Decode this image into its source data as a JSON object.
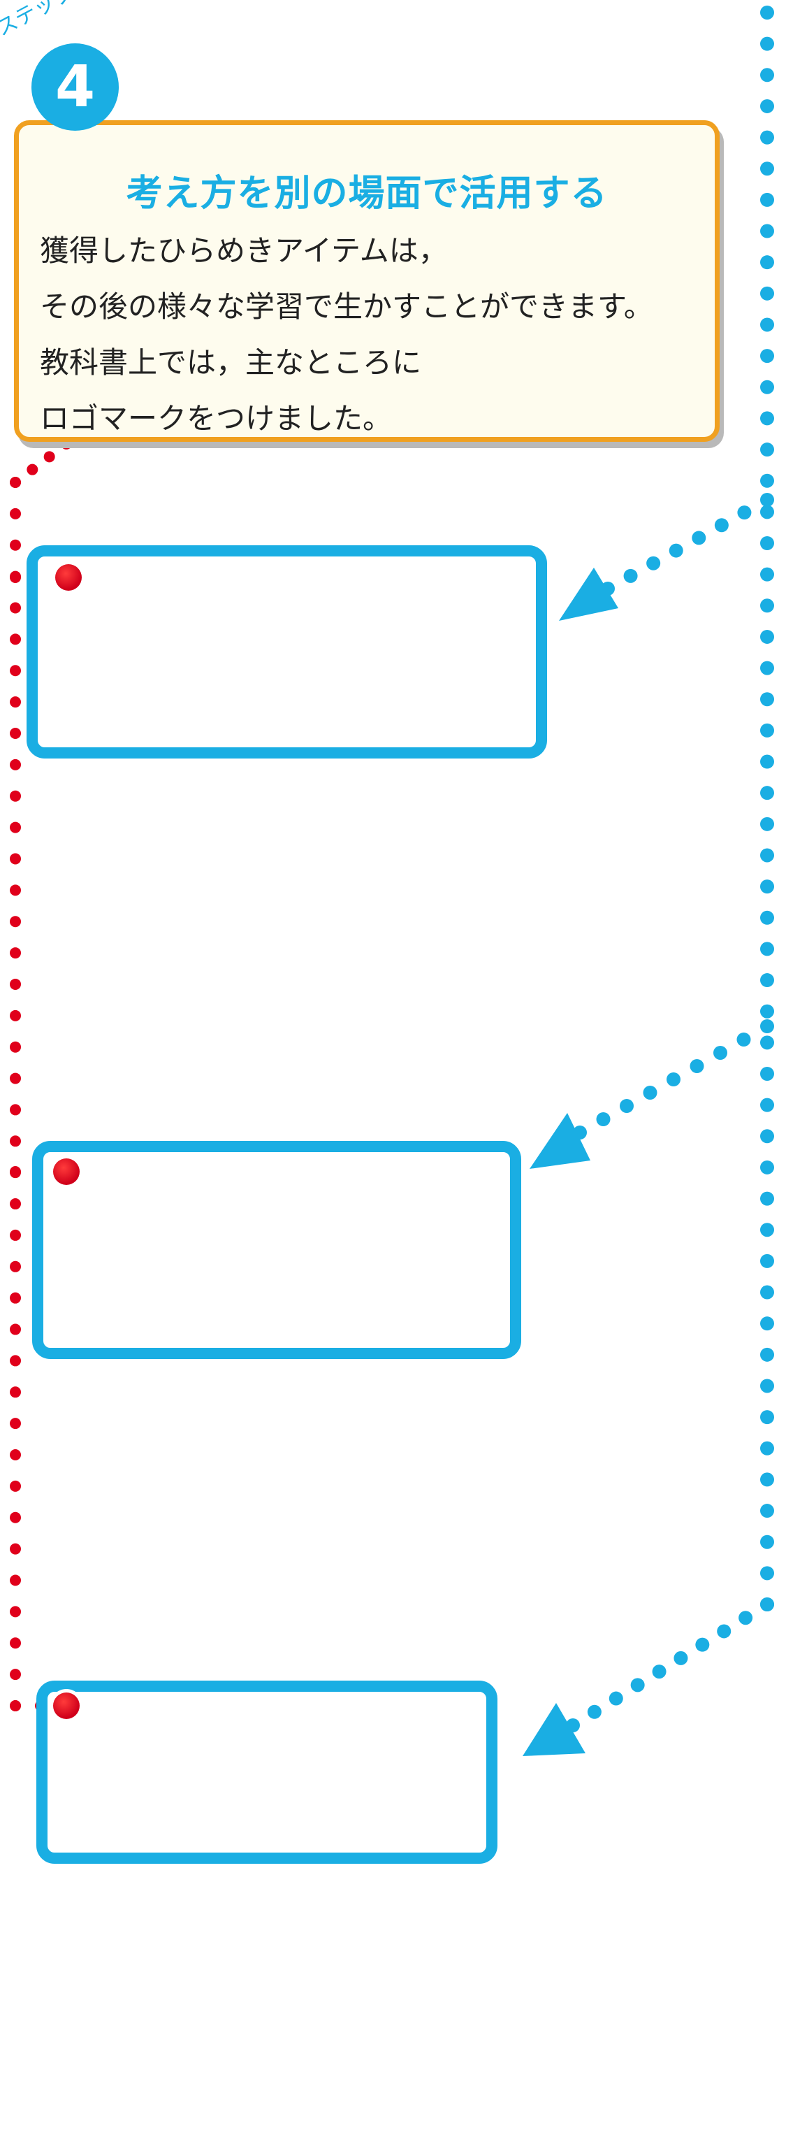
{
  "step": {
    "label": "ステップ",
    "number": "4"
  },
  "callout": {
    "title": "考え方を別の場面で活用する",
    "lines": [
      "獲得したひらめきアイテムは，",
      "その後の様々な学習で生かすことができます。",
      "教科書上では，主なところに",
      "ロゴマークをつけました。"
    ]
  },
  "colors": {
    "accent_blue": "#1aaee3",
    "accent_red": "#e0001b",
    "border_orange": "#f0a020",
    "callout_bg": "#fefcee"
  },
  "panels": [
    "empty-panel",
    "empty-panel",
    "empty-panel"
  ]
}
